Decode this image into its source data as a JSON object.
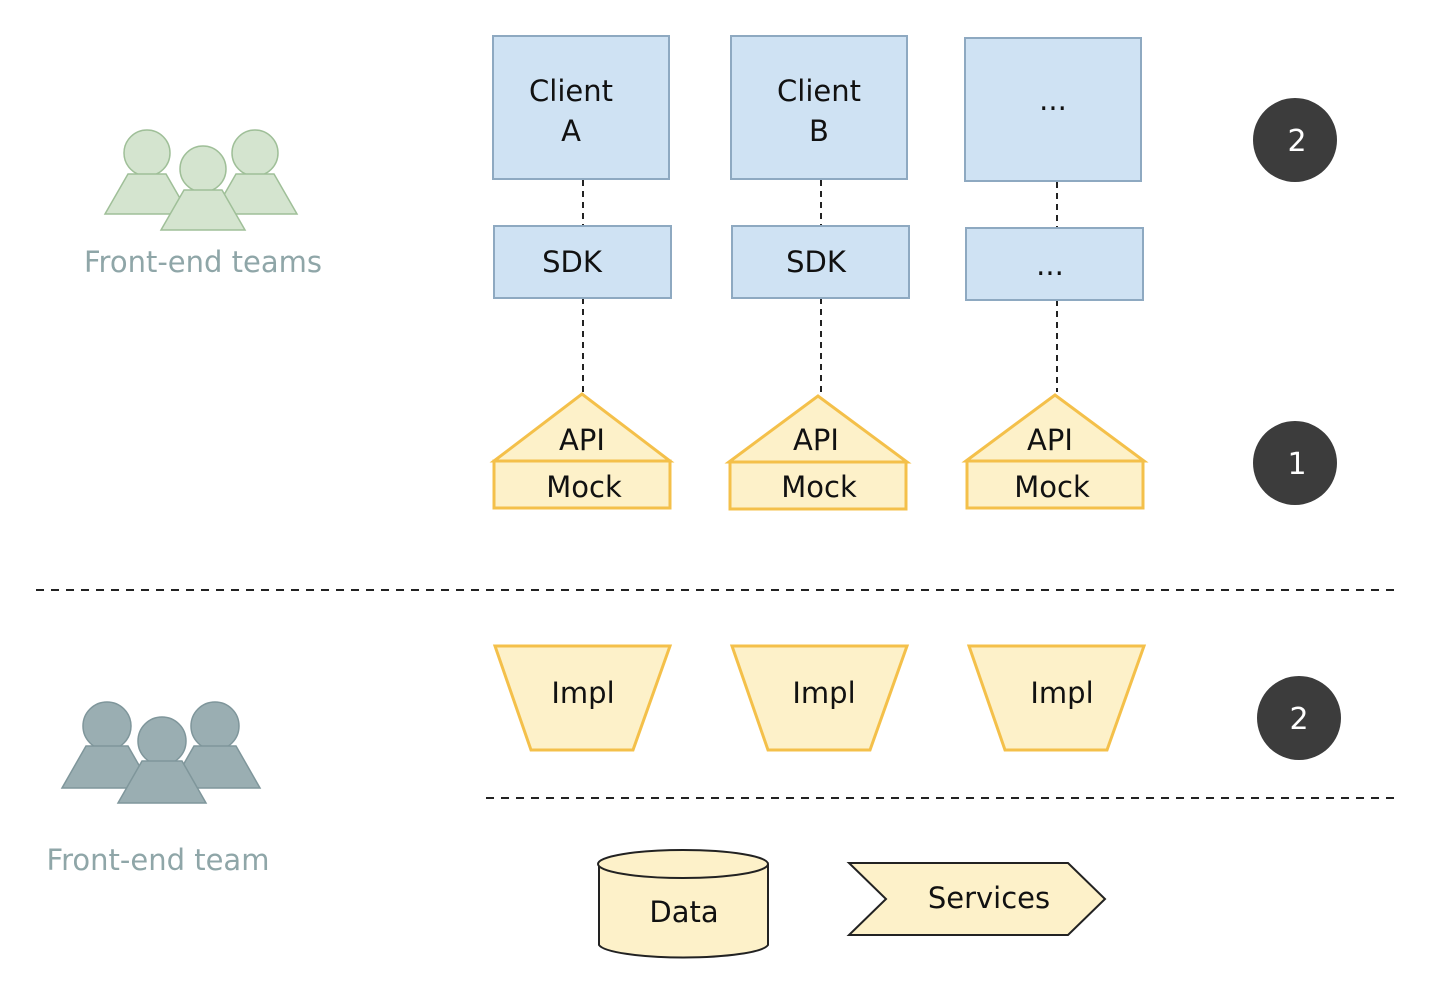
{
  "colors": {
    "client_fill": "#cfe2f3",
    "client_stroke": "#8ea9c1",
    "api_fill": "#fdf1c9",
    "api_stroke": "#f4c04a",
    "team_top": "#d4e4cf",
    "team_top_stroke": "#9fbf98",
    "team_bottom": "#9aaeb2",
    "team_bottom_stroke": "#7f969b",
    "team_label": "#8fa6a8",
    "badge": "#3c3c3c"
  },
  "teams": {
    "top_label": "Front-end teams",
    "bottom_label": "Front-end team"
  },
  "clients": [
    {
      "line1": "Client",
      "line2": "A",
      "sdk": "SDK"
    },
    {
      "line1": "Client",
      "line2": "B",
      "sdk": "SDK"
    },
    {
      "line1": "...",
      "line2": "",
      "sdk": "..."
    }
  ],
  "mocks": [
    {
      "top": "API",
      "bottom": "Mock"
    },
    {
      "top": "API",
      "bottom": "Mock"
    },
    {
      "top": "API",
      "bottom": "Mock"
    }
  ],
  "impls": [
    "Impl",
    "Impl",
    "Impl"
  ],
  "badges": [
    "2",
    "1",
    "2"
  ],
  "storage": {
    "data": "Data",
    "services": "Services"
  }
}
